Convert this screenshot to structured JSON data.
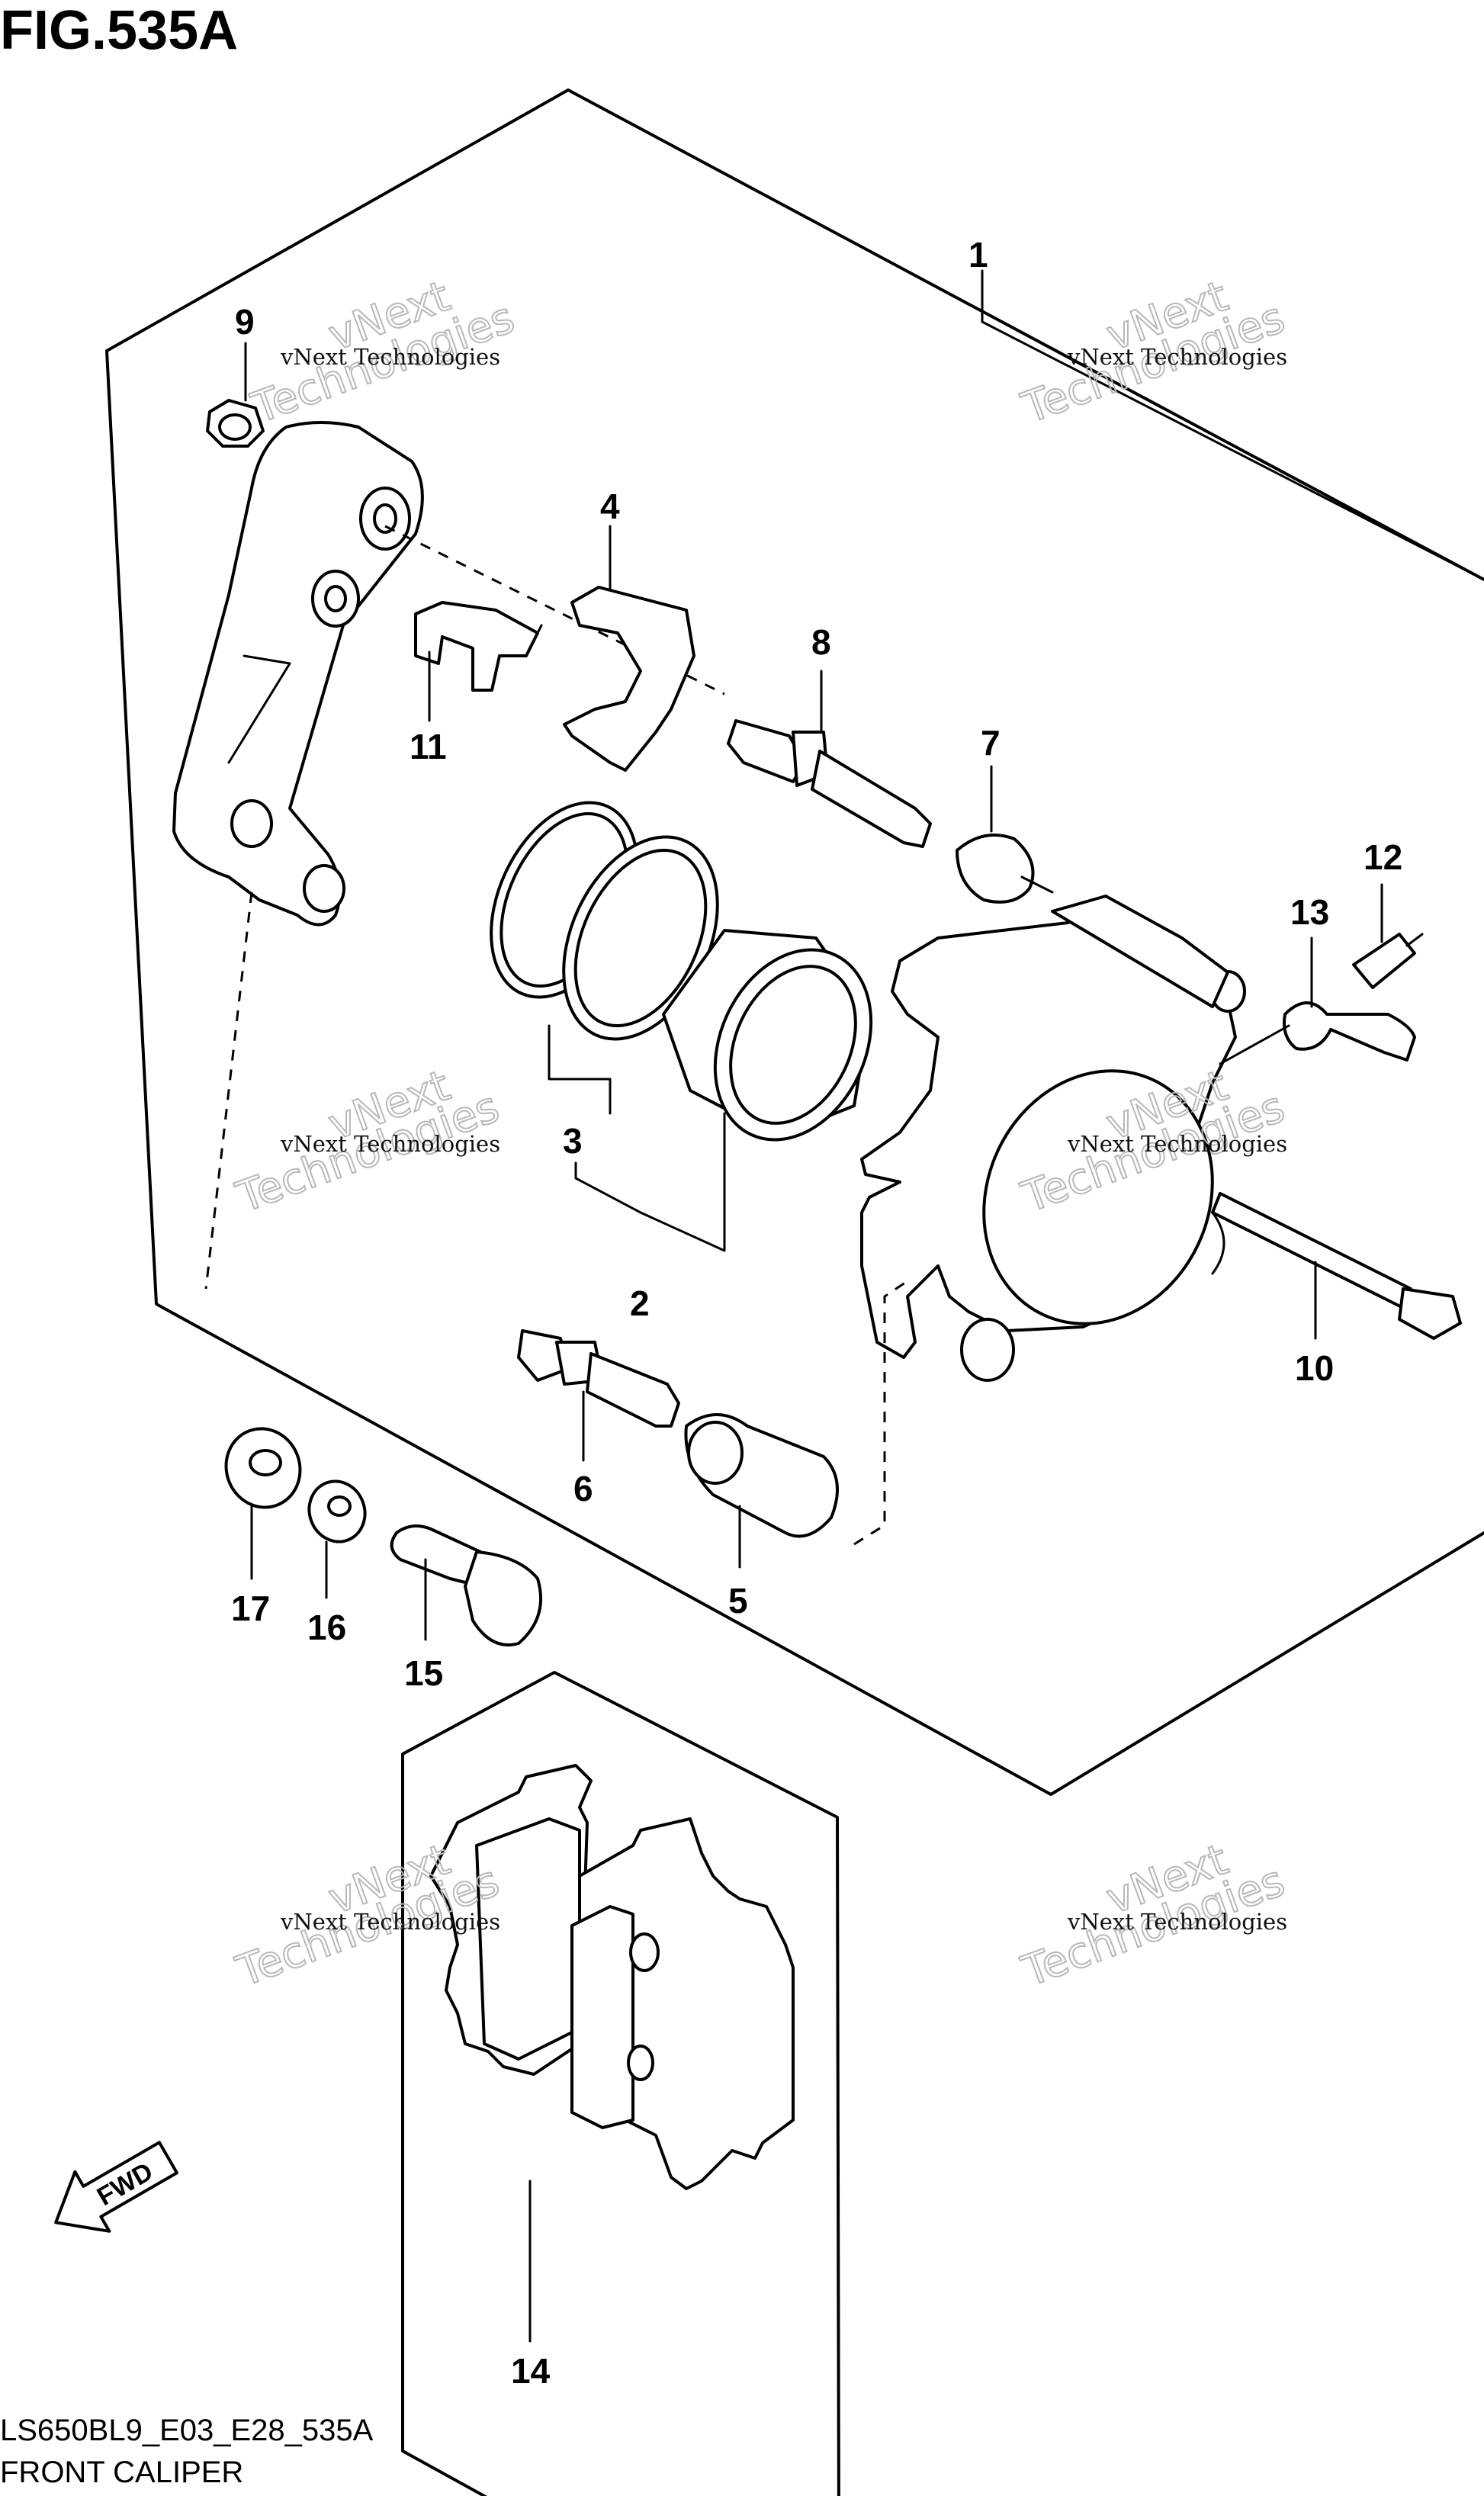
{
  "figure": {
    "title": "FIG.535A",
    "code": "LS650BL9_E03_E28_535A",
    "name": "FRONT CALIPER"
  },
  "watermark": {
    "line1": "vNext Technologies",
    "line2": "vNext",
    "line3": "Technologies"
  },
  "direction": {
    "label": "FWD"
  },
  "callouts": [
    "1",
    "2",
    "3",
    "4",
    "5",
    "6",
    "7",
    "8",
    "9",
    "10",
    "11",
    "12",
    "13",
    "14",
    "15",
    "16",
    "17"
  ]
}
